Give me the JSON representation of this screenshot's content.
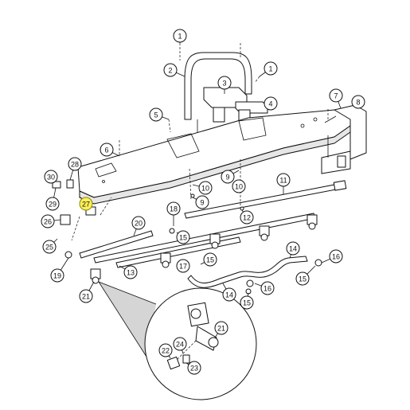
{
  "diagram": {
    "highlight_color": "#ffef5a",
    "callouts": [
      {
        "id": "c1a",
        "label": "1",
        "highlighted": false
      },
      {
        "id": "c1b",
        "label": "1",
        "highlighted": false
      },
      {
        "id": "c2",
        "label": "2",
        "highlighted": false
      },
      {
        "id": "c3",
        "label": "3",
        "highlighted": false
      },
      {
        "id": "c4",
        "label": "4",
        "highlighted": false
      },
      {
        "id": "c5",
        "label": "5",
        "highlighted": false
      },
      {
        "id": "c6",
        "label": "6",
        "highlighted": false
      },
      {
        "id": "c7",
        "label": "7",
        "highlighted": false
      },
      {
        "id": "c8",
        "label": "8",
        "highlighted": false
      },
      {
        "id": "c9a",
        "label": "9",
        "highlighted": false
      },
      {
        "id": "c9b",
        "label": "9",
        "highlighted": false
      },
      {
        "id": "c10a",
        "label": "10",
        "highlighted": false
      },
      {
        "id": "c10b",
        "label": "10",
        "highlighted": false
      },
      {
        "id": "c11",
        "label": "11",
        "highlighted": false
      },
      {
        "id": "c12",
        "label": "12",
        "highlighted": false
      },
      {
        "id": "c13",
        "label": "13",
        "highlighted": false
      },
      {
        "id": "c14a",
        "label": "14",
        "highlighted": false
      },
      {
        "id": "c14b",
        "label": "14",
        "highlighted": false
      },
      {
        "id": "c15a",
        "label": "15",
        "highlighted": false
      },
      {
        "id": "c15b",
        "label": "15",
        "highlighted": false
      },
      {
        "id": "c15c",
        "label": "15",
        "highlighted": false
      },
      {
        "id": "c15d",
        "label": "15",
        "highlighted": false
      },
      {
        "id": "c16a",
        "label": "16",
        "highlighted": false
      },
      {
        "id": "c16b",
        "label": "16",
        "highlighted": false
      },
      {
        "id": "c17",
        "label": "17",
        "highlighted": false
      },
      {
        "id": "c18",
        "label": "18",
        "highlighted": false
      },
      {
        "id": "c19",
        "label": "19",
        "highlighted": false
      },
      {
        "id": "c20",
        "label": "20",
        "highlighted": false
      },
      {
        "id": "c21a",
        "label": "21",
        "highlighted": false
      },
      {
        "id": "c21b",
        "label": "21",
        "highlighted": false
      },
      {
        "id": "c22",
        "label": "22",
        "highlighted": false
      },
      {
        "id": "c23",
        "label": "23",
        "highlighted": false
      },
      {
        "id": "c24",
        "label": "24",
        "highlighted": false
      },
      {
        "id": "c25",
        "label": "25",
        "highlighted": false
      },
      {
        "id": "c26",
        "label": "26",
        "highlighted": false
      },
      {
        "id": "c27",
        "label": "27",
        "highlighted": true
      },
      {
        "id": "c28",
        "label": "28",
        "highlighted": false
      },
      {
        "id": "c29",
        "label": "29",
        "highlighted": false
      },
      {
        "id": "c30",
        "label": "30",
        "highlighted": false
      }
    ]
  }
}
